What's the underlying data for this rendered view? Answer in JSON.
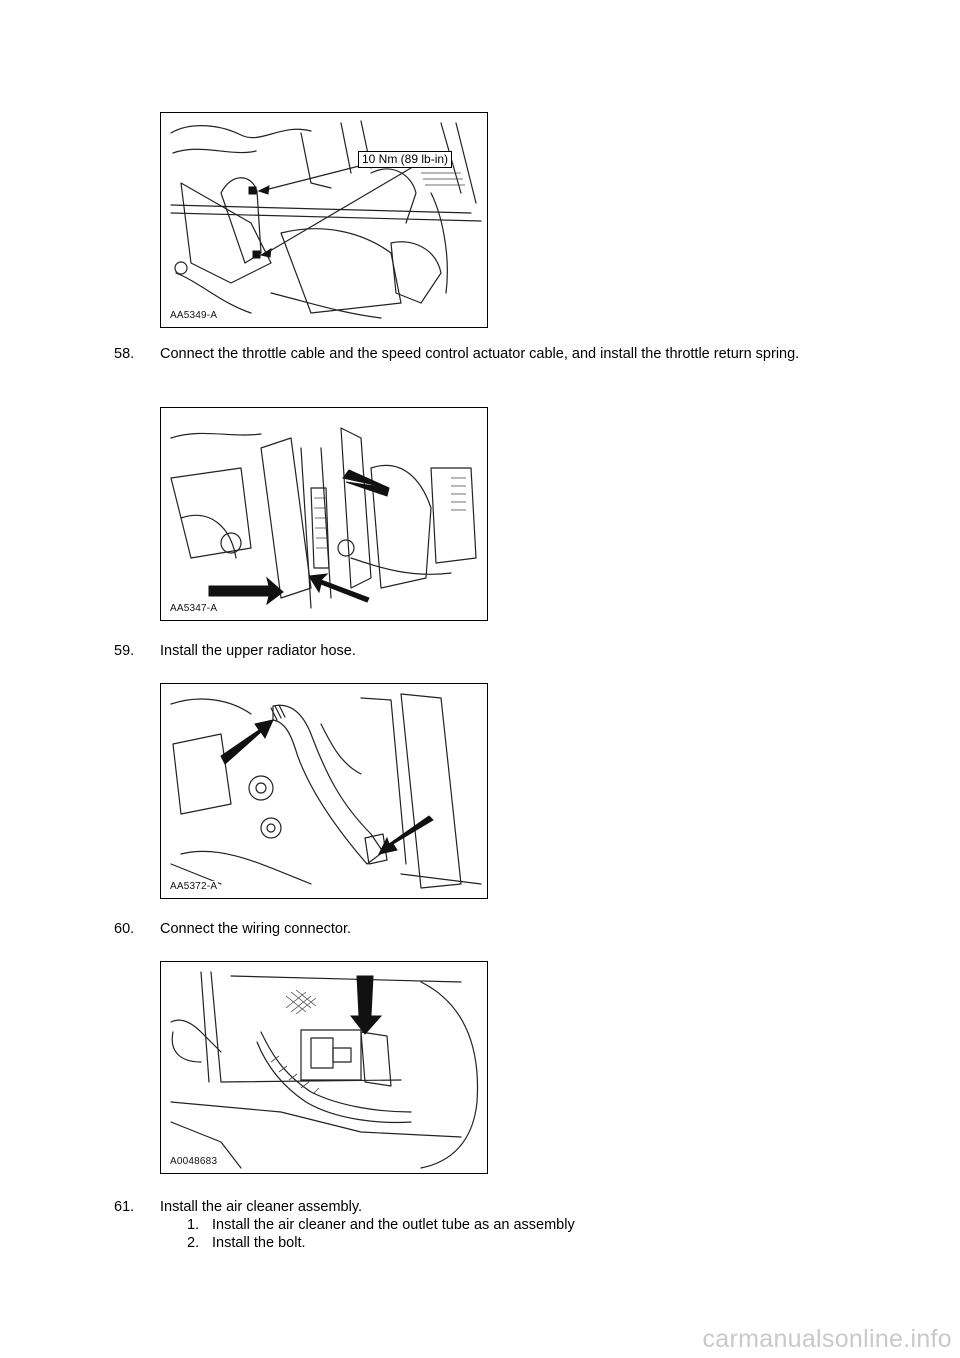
{
  "figures": [
    {
      "code": "AA5349-A",
      "callout": "10 Nm (89 lb-in)"
    },
    {
      "code": "AA5347-A"
    },
    {
      "code": "AA5372-A"
    },
    {
      "code": "A0048683"
    }
  ],
  "steps": [
    {
      "number": "58.",
      "text": "Connect the throttle cable and the speed control actuator cable, and install the throttle return spring."
    },
    {
      "number": "59.",
      "text": "Install the upper radiator hose."
    },
    {
      "number": "60.",
      "text": "Connect the wiring connector."
    },
    {
      "number": "61.",
      "text": "Install the air cleaner assembly.",
      "substeps": [
        {
          "number": "1.",
          "text": "Install the air cleaner and the outlet tube as an assembly"
        },
        {
          "number": "2.",
          "text": "Install the bolt."
        }
      ]
    }
  ],
  "watermark": "carmanualsonline.info"
}
